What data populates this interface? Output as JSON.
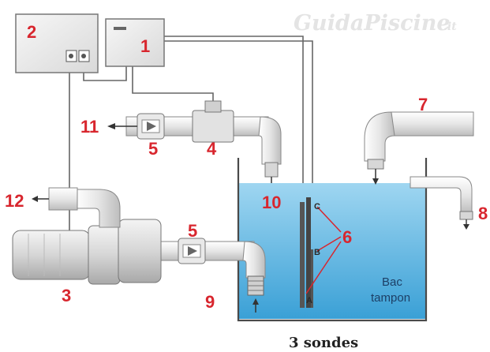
{
  "watermark": {
    "brand": "GuidaPiscine",
    "suffix": ".it"
  },
  "labels": {
    "n1": "1",
    "n2": "2",
    "n3": "3",
    "n4": "4",
    "n5a": "5",
    "n5b": "5",
    "n6": "6",
    "n7": "7",
    "n8": "8",
    "n9": "9",
    "n10": "10",
    "n11": "11",
    "n12": "12"
  },
  "probes": {
    "a": "A",
    "b": "B",
    "c": "C"
  },
  "tank": {
    "line1": "Bac",
    "line2": "tampon"
  },
  "caption": "3 sondes",
  "colors": {
    "label": "#d8262e",
    "water": "#4fb0de",
    "pipe": "#ececec",
    "outline": "#555555"
  }
}
